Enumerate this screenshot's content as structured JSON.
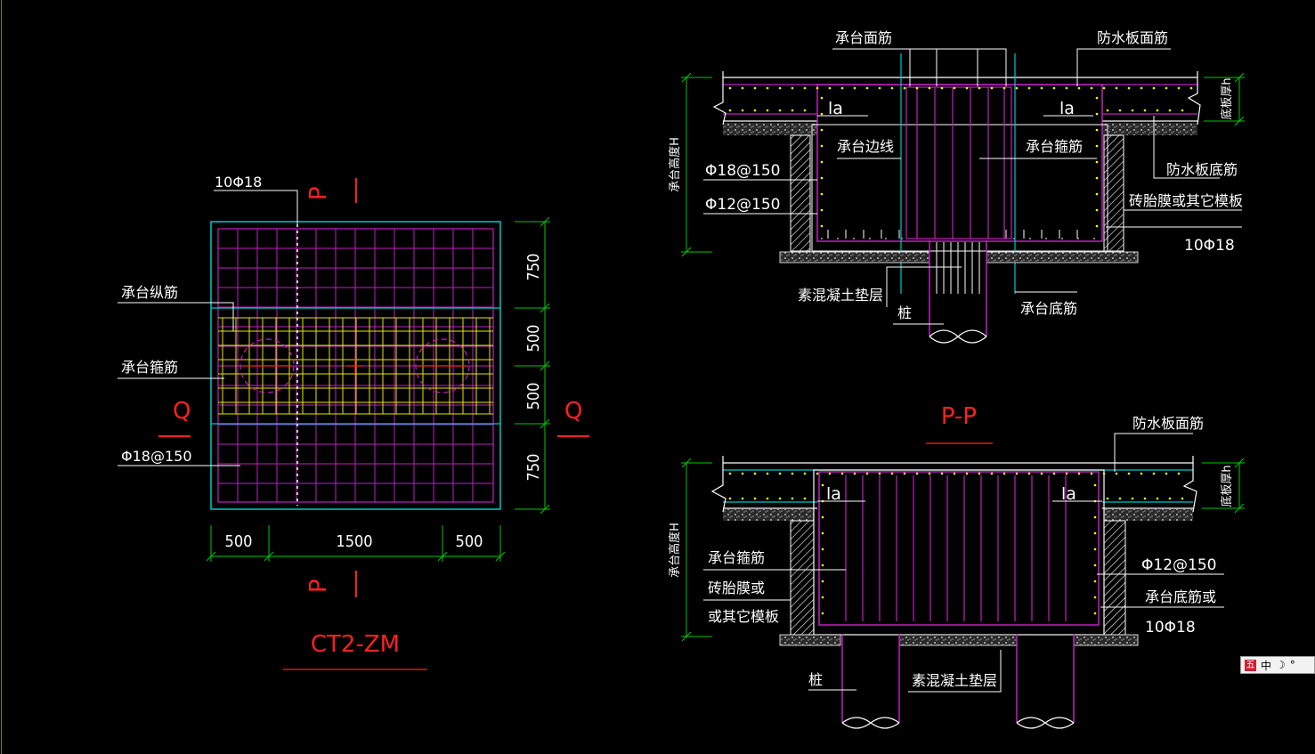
{
  "plan": {
    "rebar_top": "10Φ18",
    "section_p": "P",
    "section_q": "Q",
    "longitudinal": "承台纵筋",
    "stirrup": "承台箍筋",
    "mesh": "Φ18@150",
    "dims_v": [
      "750",
      "500",
      "500",
      "750"
    ],
    "dims_h": [
      "500",
      "1500",
      "500"
    ],
    "title": "CT2-ZM"
  },
  "section_pp": {
    "top_bar": "承台面筋",
    "wp_top_bar": "防水板面筋",
    "thickness": "底板厚h",
    "la": "la",
    "edge": "承台边线",
    "stirrup": "承台箍筋",
    "wp_bottom_bar": "防水板底筋",
    "formwork": "砖胎膜或其它模板",
    "bar_a": "Φ18@150",
    "bar_b": "Φ12@150",
    "bar_c": "10Φ18",
    "height": "承台高度H",
    "cushion": "素混凝土垫层",
    "pile": "桩",
    "bottom_bar": "承台底筋",
    "title": "P-P"
  },
  "section_qq": {
    "wp_top_bar": "防水板面筋",
    "thickness": "底板厚h",
    "la": "la",
    "height": "承台高度H",
    "stirrup": "承台箍筋",
    "formwork_1": "砖胎膜或",
    "formwork_2": "或其它模板",
    "bar_b": "Φ12@150",
    "bottom_bar": "承台底筋或",
    "bar_c": "10Φ18",
    "pile": "桩",
    "cushion": "素混凝土垫层"
  },
  "ime": {
    "label": "中"
  }
}
